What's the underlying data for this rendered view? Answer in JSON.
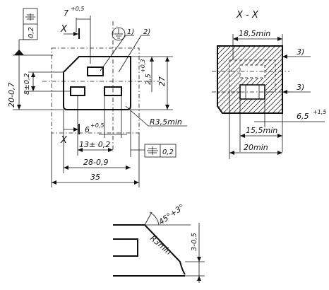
{
  "front_view": {
    "dim_7": "7",
    "dim_7_tol": "+0,5",
    "label_1": "1)",
    "label_2": "2)",
    "section_mark": "X",
    "tol_box_left_value": "0,2",
    "dim_20": "20-0,7",
    "dim_8": "8±0,2",
    "dim_2_5": "2,5",
    "dim_2_5_tol": "+0,3",
    "dim_27": "27",
    "dim_6": "6",
    "dim_6_tol": "+0,5",
    "dim_r3_5": "R3,5min",
    "dim_13": "13± 0,2",
    "tol_box_bottom_value": "0,2",
    "dim_28": "28-0,9",
    "dim_35": "35"
  },
  "section_view": {
    "title": "X - X",
    "dim_18_5": "18,5min",
    "label_3a": "3)",
    "label_3b": "3)",
    "dim_6_5": "6,5",
    "dim_6_5_tol": "+1,5",
    "dim_15_5": "15,5min",
    "dim_20min": "20min"
  },
  "detail_view": {
    "dim_angle": "45°+3°",
    "dim_r3": "R3min",
    "dim_3": "3-0,5"
  }
}
